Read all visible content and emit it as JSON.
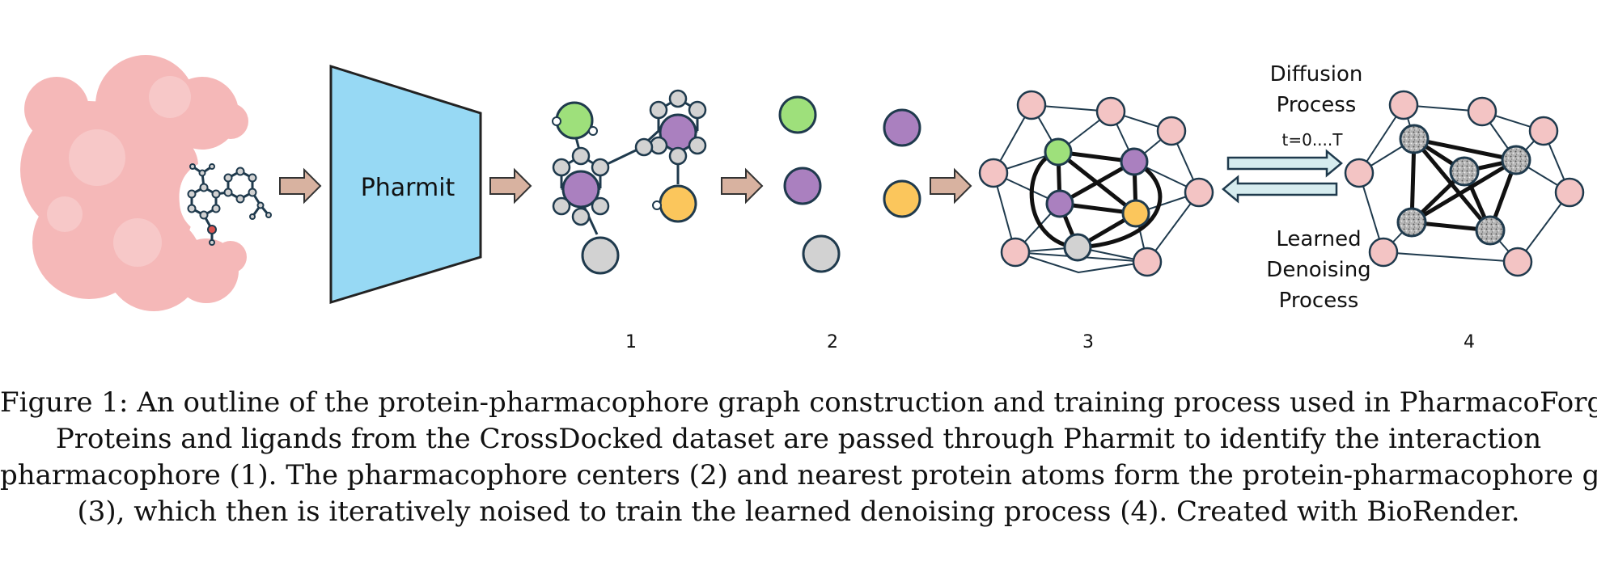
{
  "diagram": {
    "pharmit_label": "Pharmit",
    "step_labels": [
      "1",
      "2",
      "3",
      "4"
    ],
    "diffusion_label_line1": "Diffusion",
    "diffusion_label_line2": "Process",
    "timestep_label": "t=0....T",
    "denoise_label_line1": "Learned",
    "denoise_label_line2": "Denoising",
    "denoise_label_line3": "Process"
  },
  "colors": {
    "protein": "#f5b8b8",
    "pharmit_box": "#97d9f4",
    "arrow_fill": "#d8b2a0",
    "green_feature": "#9ee07b",
    "purple_feature": "#aa80bf",
    "yellow_feature": "#fbc65c",
    "gray_atom": "#d2d2d2",
    "pink_node": "#f3c4c4",
    "process_arrow": "#d6ecef"
  },
  "caption": {
    "line1": "Figure 1:  An outline of the protein-pharmacophore graph construction and training process used in PharmacoForge.",
    "line2": "Proteins and ligands from the CrossDocked dataset are passed through Pharmit to identify the interaction",
    "line3": "pharmacophore (1). The pharmacophore centers (2) and nearest protein atoms form the protein-pharmacophore graph",
    "line4": "(3), which then is iteratively noised to train the learned denoising process (4). Created with BioRender."
  }
}
